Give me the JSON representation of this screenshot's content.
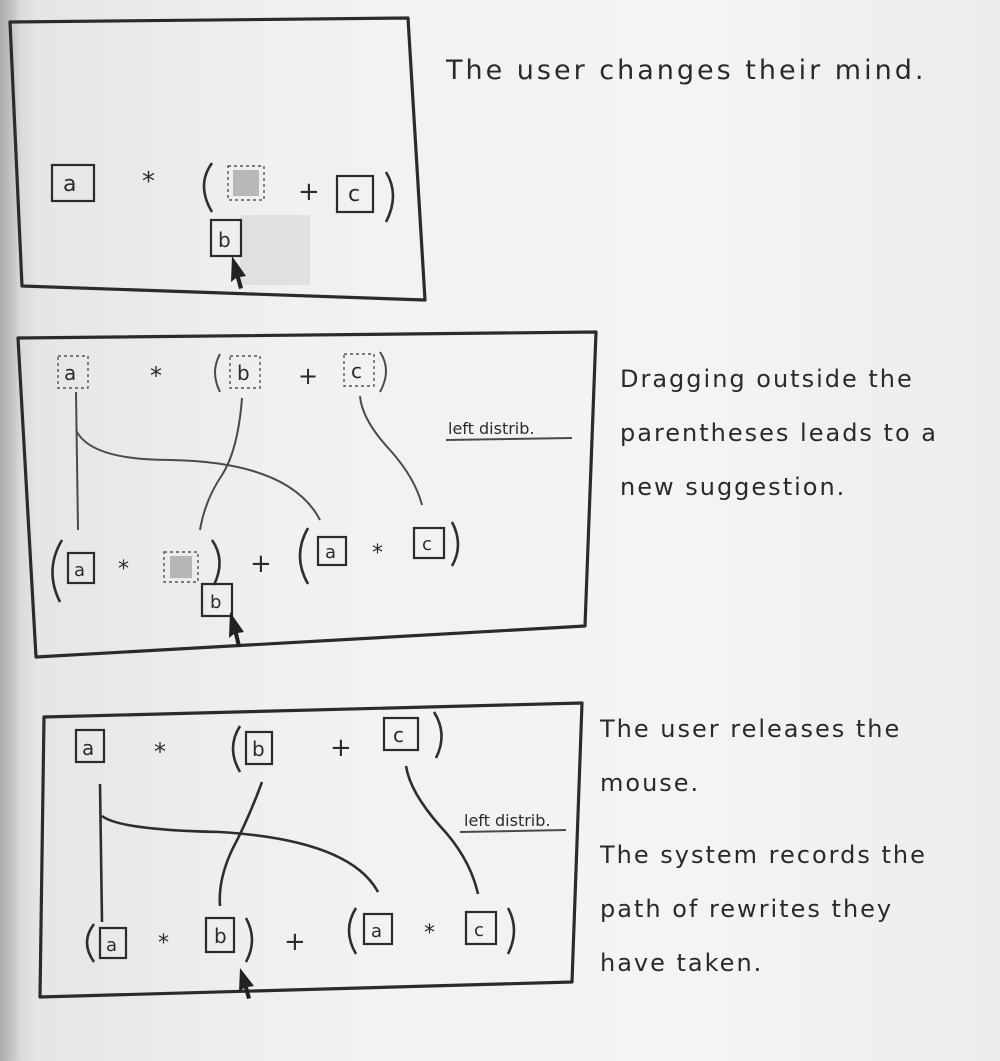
{
  "panels": [
    {
      "caption": "The user changes their mind.",
      "expression": {
        "tiles": [
          "a",
          "b",
          "c"
        ],
        "operators": [
          "*",
          "+"
        ]
      },
      "dragged_tile": "b"
    },
    {
      "caption": [
        "Dragging outside the",
        "parentheses leads to a",
        "new suggestion."
      ],
      "note": "left distrib.",
      "expression_top": {
        "tiles": [
          "a",
          "b",
          "c"
        ],
        "operators": [
          "*",
          "+"
        ]
      },
      "expression_bottom": {
        "tiles": [
          "a",
          "b",
          "a",
          "c"
        ],
        "operators": [
          "*",
          "+",
          "*"
        ]
      },
      "dragged_tile": "b"
    },
    {
      "caption": [
        "The user releases the",
        "mouse."
      ],
      "caption_2": [
        "The system records the",
        "path of rewrites they",
        "have taken."
      ],
      "note": "left distrib.",
      "expression_top": {
        "tiles": [
          "a",
          "b",
          "c"
        ],
        "operators": [
          "*",
          "+"
        ]
      },
      "expression_bottom": {
        "tiles": [
          "a",
          "b",
          "a",
          "c"
        ],
        "operators": [
          "*",
          "+",
          "*"
        ]
      }
    }
  ],
  "icons": [
    "mouse-cursor-icon"
  ]
}
